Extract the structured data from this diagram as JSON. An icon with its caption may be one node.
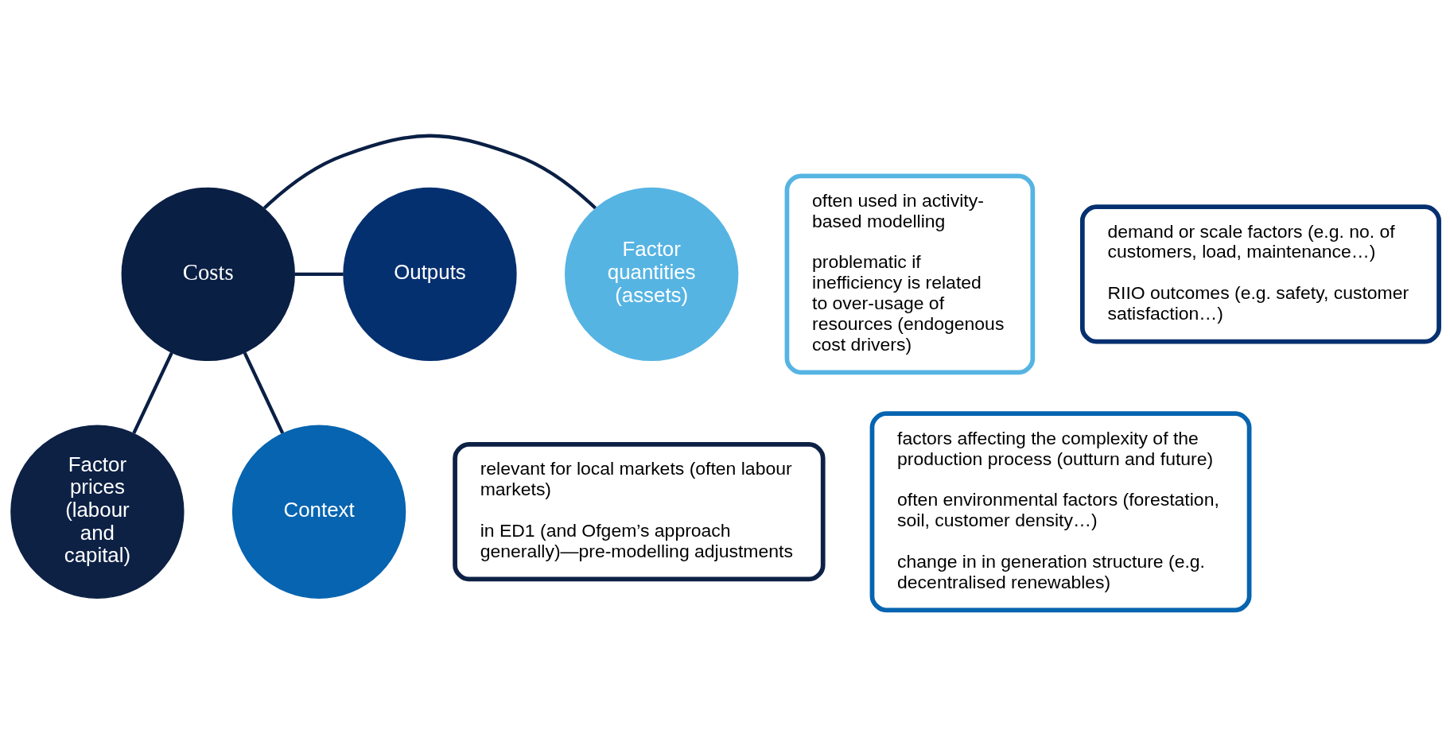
{
  "diagram": {
    "nodes": [
      {
        "text": [
          "Costs"
        ]
      },
      {
        "text": [
          "Factor prices (labour and capital)"
        ]
      },
      {
        "text": [
          "relevant for local markets (often labour markets)",
          "in ED1 (and Ofgem’s approach generally)—pre-modelling adjustments"
        ]
      },
      {
        "text": [
          "Factor quantities (assets)"
        ]
      },
      {
        "text": [
          "often used in activity-based modelling",
          "problematic if inefficiency is related to over-usage of resources (endogenous cost drivers)"
        ]
      },
      {
        "text": [
          "Outputs"
        ]
      },
      {
        "text": [
          "demand or scale factors (e.g. no. of customers, load, maintenance…)",
          "RIIO outcomes (e.g. safety, customer satisfaction…)"
        ]
      },
      {
        "text": [
          "Context"
        ]
      },
      {
        "text": [
          "factors affecting the complexity of the production process (outturn and future)",
          "often environmental factors (forestation, soil, customer density…)",
          "change in in generation structure (e.g. decentralised renewables)"
        ]
      }
    ],
    "edges": [
      {
        "from": 0,
        "to": 1,
        "arrow": "none"
      },
      {
        "from": 0,
        "to": 3,
        "arrow": "none"
      },
      {
        "from": 0,
        "to": 5,
        "arrow": "none"
      },
      {
        "from": 0,
        "to": 7,
        "arrow": "none"
      }
    ]
  }
}
